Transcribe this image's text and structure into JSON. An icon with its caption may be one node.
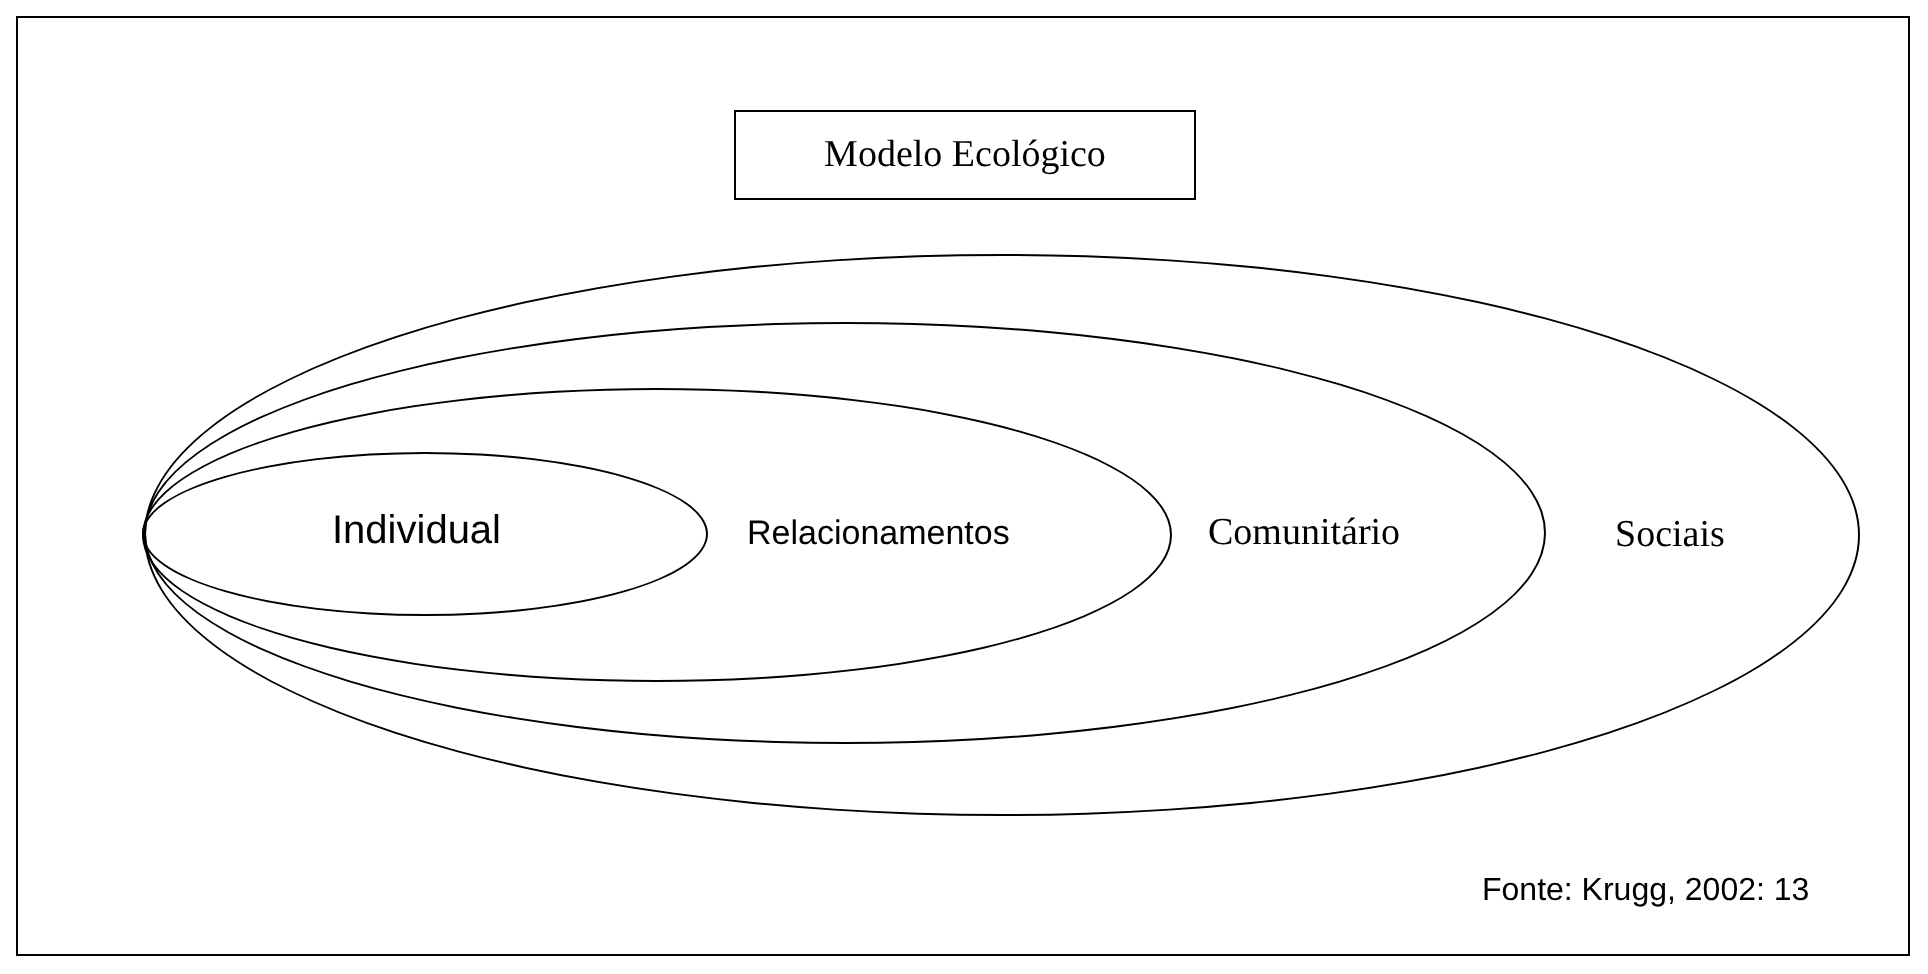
{
  "diagram": {
    "nodes": [
      {
        "text": [
          "Modelo Ecológico"
        ]
      },
      {
        "text": [
          "Sociais"
        ]
      },
      {
        "text": [
          "Comunitário"
        ],
        "in": 1
      },
      {
        "text": [
          "Relacionamentos"
        ],
        "in": 2
      },
      {
        "text": [
          "Individual"
        ],
        "in": 3
      }
    ],
    "labels": [
      "Fonte: Krugg, 2002: 13"
    ]
  }
}
